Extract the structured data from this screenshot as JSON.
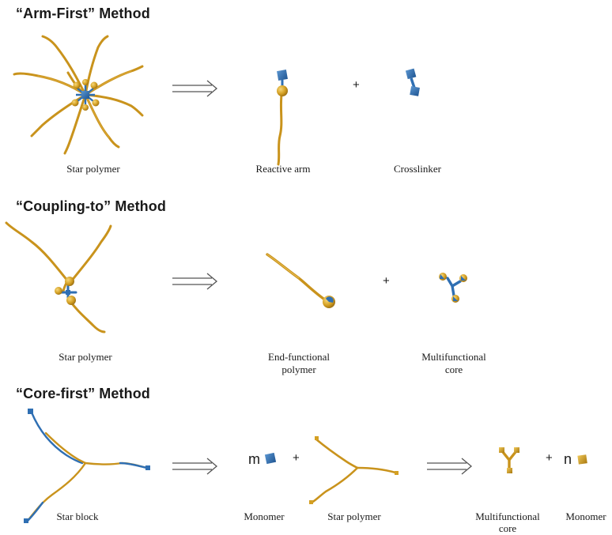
{
  "colors": {
    "gold": "#d4a023",
    "gold_dark": "#b8861a",
    "gold_light": "#f0c858",
    "blue": "#2f6fb3",
    "blue_light": "#5a95d0",
    "text": "#1a1a1a"
  },
  "sections": [
    {
      "title": "“Arm-First” Method",
      "captions": {
        "star": "Star polymer",
        "reactive_arm": "Reactive arm",
        "crosslinker": "Crosslinker"
      },
      "plus": "+"
    },
    {
      "title": "“Coupling-to” Method",
      "captions": {
        "star": "Star polymer",
        "end_functional_1": "End-functional",
        "end_functional_2": "polymer",
        "multifunctional_1": "Multifunctional",
        "multifunctional_2": "core"
      },
      "plus": "+"
    },
    {
      "title": "“Core-first” Method",
      "captions": {
        "star_block": "Star block",
        "monomer_1": "Monomer",
        "star_polymer": "Star polymer",
        "multifunctional_1": "Multifunctional",
        "multifunctional_2": "core",
        "monomer_2": "Monomer"
      },
      "plus1": "+",
      "plus2": "+",
      "m": "m",
      "n": "n"
    }
  ],
  "icons": {
    "retro_arrow": "retrosynthesis-arrow-icon"
  }
}
